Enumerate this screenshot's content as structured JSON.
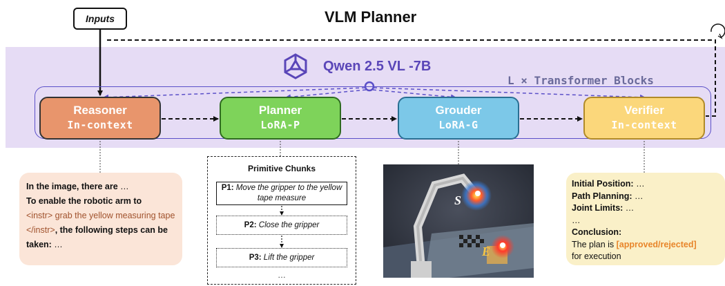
{
  "title": "VLM Planner",
  "inputs_label": "Inputs",
  "model": {
    "name": "Qwen 2.5 VL -7B",
    "icon": "qwen-logo-icon"
  },
  "transformer_label": "L × Transformer Blocks",
  "modules": [
    {
      "title": "Reasoner",
      "subtitle": "In-context",
      "color": "#e8956c"
    },
    {
      "title": "Planner",
      "subtitle": "LoRA-P",
      "color": "#7ed35a"
    },
    {
      "title": "Grouder",
      "subtitle": "LoRA-G",
      "color": "#7cc8e8"
    },
    {
      "title": "Verifier",
      "subtitle": "In-context",
      "color": "#fbd77b"
    }
  ],
  "reasoner_card": {
    "line1": "In the image, there are",
    "line1_tail": " …",
    "line2": "To enable the robotic arm to",
    "instr": "<instr> grab the yellow measuring tape </instr>",
    "line3": ", the following steps can be taken:",
    "line3_tail": " …"
  },
  "primitive_chunks": {
    "title": "Primitive Chunks",
    "p1_label": "P1:",
    "p1_text": "Move the gripper to the yellow tape measure",
    "p2_label": "P2:",
    "p2_text": "Close the gripper",
    "p3_label": "P3:",
    "p3_text": "Lift the gripper",
    "ellipsis": "…"
  },
  "scene_labels": {
    "start": "S",
    "end": "E"
  },
  "verifier_card": {
    "initial_label": "Initial Position:",
    "initial_val": " …",
    "path_label": "Path Planning:",
    "path_val": " …",
    "joint_label": "Joint Limits:",
    "joint_val": " …",
    "ellipsis": "…",
    "conclusion_label": "Conclusion:",
    "plan_text": "The plan is ",
    "status": "[approved/rejected]",
    "execution": "for execution"
  },
  "colors": {
    "accent": "#5a46b8",
    "band": "#e6dcf5",
    "highlight": "#e8852a"
  }
}
